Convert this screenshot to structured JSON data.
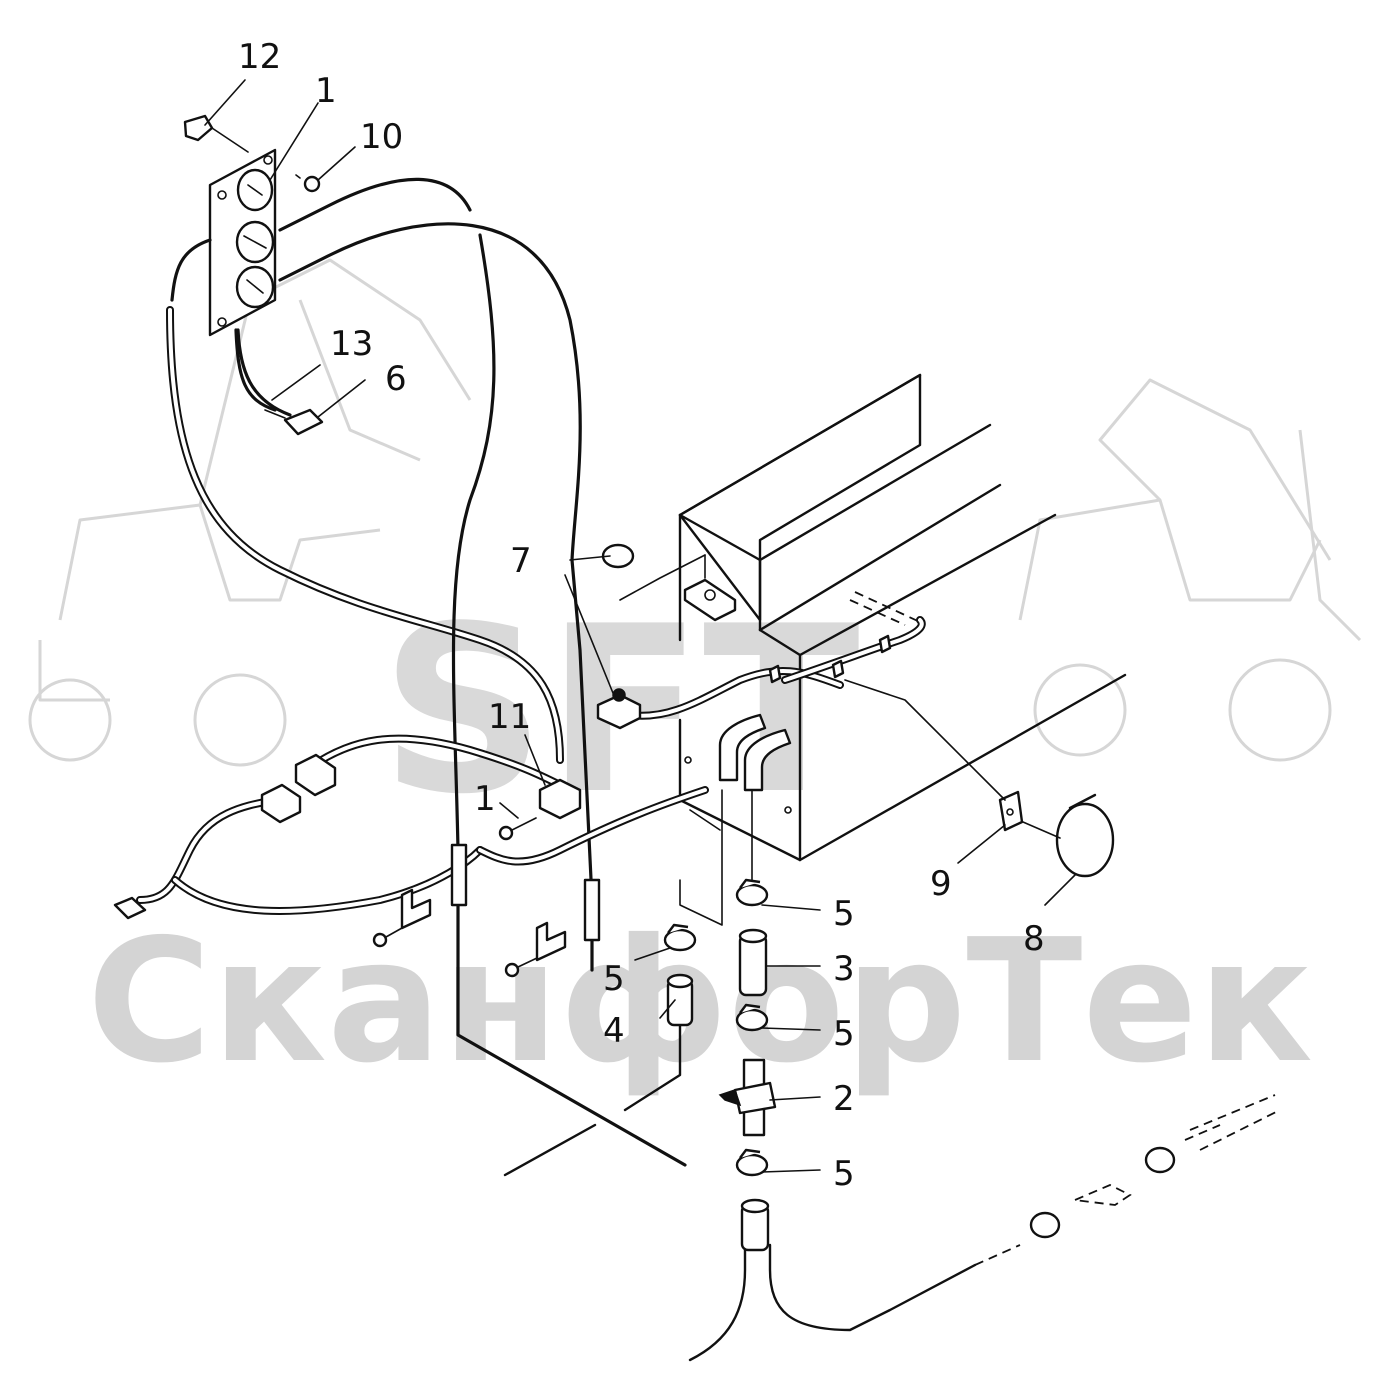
{
  "watermark": {
    "logo_text": "SFT",
    "company_text": "СканфорТек",
    "color": "#d4d4d4"
  },
  "diagram": {
    "line_color": "#111111",
    "callouts": [
      {
        "id": "c12",
        "text": "12"
      },
      {
        "id": "c1a",
        "text": "1"
      },
      {
        "id": "c10",
        "text": "10"
      },
      {
        "id": "c13",
        "text": "13"
      },
      {
        "id": "c6",
        "text": "6"
      },
      {
        "id": "c7",
        "text": "7"
      },
      {
        "id": "c11",
        "text": "11"
      },
      {
        "id": "c1b",
        "text": "1"
      },
      {
        "id": "c9",
        "text": "9"
      },
      {
        "id": "c8",
        "text": "8"
      },
      {
        "id": "c5a",
        "text": "5"
      },
      {
        "id": "c5b",
        "text": "5"
      },
      {
        "id": "c3",
        "text": "3"
      },
      {
        "id": "c4",
        "text": "4"
      },
      {
        "id": "c5c",
        "text": "5"
      },
      {
        "id": "c2",
        "text": "2"
      },
      {
        "id": "c5d",
        "text": "5"
      }
    ]
  }
}
